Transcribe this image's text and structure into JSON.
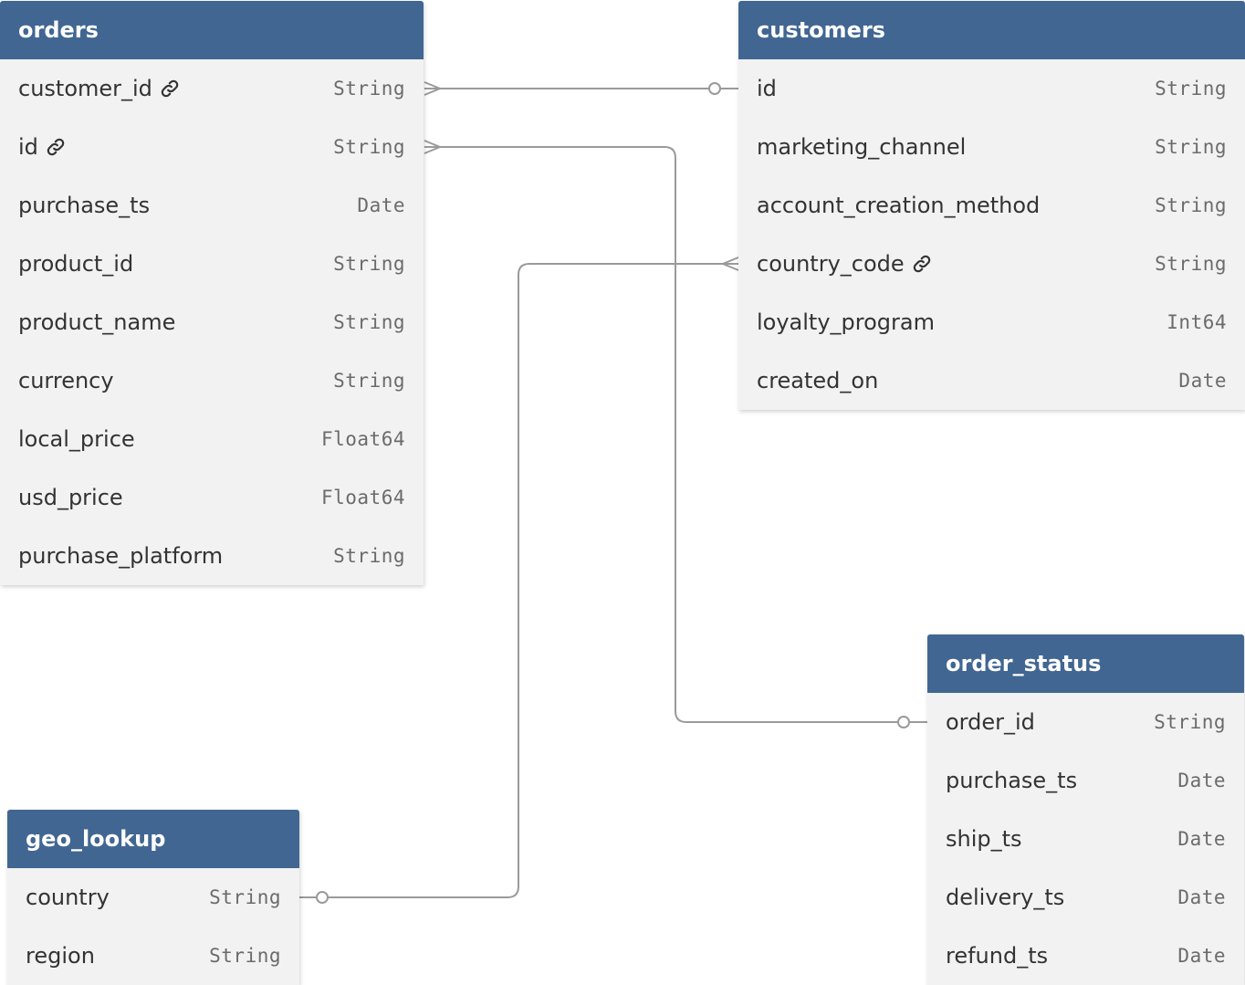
{
  "colors": {
    "header": "#416692",
    "header_text": "#ffffff",
    "body": "#f2f2f2",
    "connector": "#9a9a9a"
  },
  "tables": {
    "orders": {
      "name": "orders",
      "fields": [
        {
          "name": "customer_id",
          "type": "String",
          "icon": "link-icon"
        },
        {
          "name": "id",
          "type": "String",
          "icon": "link-icon"
        },
        {
          "name": "purchase_ts",
          "type": "Date"
        },
        {
          "name": "product_id",
          "type": "String"
        },
        {
          "name": "product_name",
          "type": "String"
        },
        {
          "name": "currency",
          "type": "String"
        },
        {
          "name": "local_price",
          "type": "Float64"
        },
        {
          "name": "usd_price",
          "type": "Float64"
        },
        {
          "name": "purchase_platform",
          "type": "String"
        }
      ]
    },
    "customers": {
      "name": "customers",
      "fields": [
        {
          "name": "id",
          "type": "String"
        },
        {
          "name": "marketing_channel",
          "type": "String"
        },
        {
          "name": "account_creation_method",
          "type": "String"
        },
        {
          "name": "country_code",
          "type": "String",
          "icon": "link-icon"
        },
        {
          "name": "loyalty_program",
          "type": "Int64"
        },
        {
          "name": "created_on",
          "type": "Date"
        }
      ]
    },
    "order_status": {
      "name": "order_status",
      "fields": [
        {
          "name": "order_id",
          "type": "String"
        },
        {
          "name": "purchase_ts",
          "type": "Date"
        },
        {
          "name": "ship_ts",
          "type": "Date"
        },
        {
          "name": "delivery_ts",
          "type": "Date"
        },
        {
          "name": "refund_ts",
          "type": "Date"
        }
      ]
    },
    "geo_lookup": {
      "name": "geo_lookup",
      "fields": [
        {
          "name": "country",
          "type": "String"
        },
        {
          "name": "region",
          "type": "String"
        }
      ]
    }
  },
  "relationships": [
    {
      "from": "orders.customer_id",
      "from_end": "many",
      "to": "customers.id",
      "to_end": "one"
    },
    {
      "from": "orders.id",
      "from_end": "many",
      "to": "order_status.order_id",
      "to_end": "one"
    },
    {
      "from": "geo_lookup.country",
      "from_end": "one",
      "to": "customers.country_code",
      "to_end": "many"
    }
  ]
}
